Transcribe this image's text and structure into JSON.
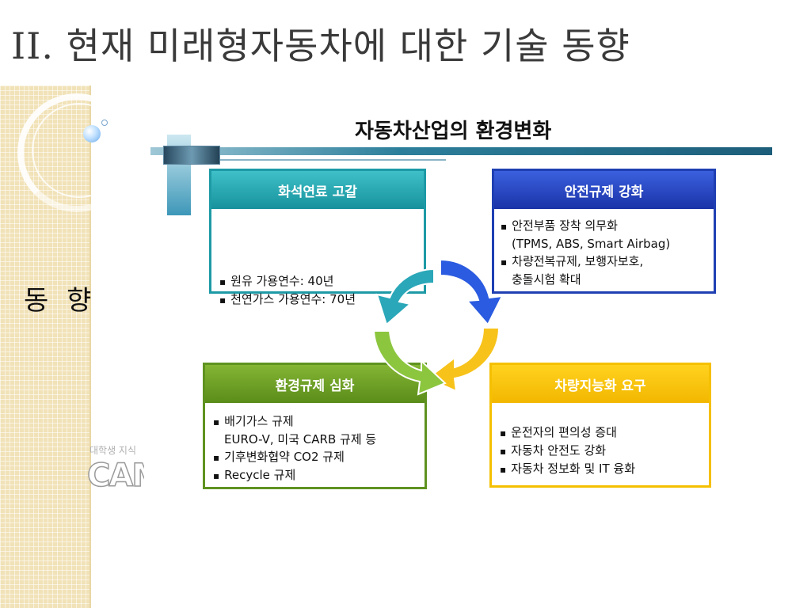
{
  "slide": {
    "title": "II. 현재 미래형자동차에 대한 기술 동향",
    "side_label": "동 향",
    "watermark_small": "대학생 지식",
    "watermark_big": "CAMPUS"
  },
  "diagram": {
    "title": "자동차산업의 환경변화",
    "boxes": {
      "fossil": {
        "header": "화석연료 고갈",
        "color": "#1d9aa6",
        "lines": [
          "원유 가용연수: 40년",
          "천연가스 가용연수: 70년"
        ]
      },
      "safety": {
        "header": "안전규제 강화",
        "color": "#1f3fb3",
        "lines": [
          "안전부품 장착 의무화",
          "(TPMS, ABS, Smart Airbag)",
          "차량전복규제, 보행자보호,",
          "충돌시험 확대"
        ]
      },
      "environment": {
        "header": "환경규제 심화",
        "color": "#5f9220",
        "lines": [
          "배기가스 규제",
          "EURO-V, 미국 CARB 규제 등",
          "기후변화협약 CO2 규제",
          "Recycle 규제"
        ]
      },
      "intelligence": {
        "header": "차량지능화 요구",
        "color": "#f5c000",
        "lines": [
          "운전자의 편의성 증대",
          "자동차 안전도 강화",
          "자동차 정보화 및 IT 융화"
        ]
      }
    },
    "cycle_colors": {
      "teal": "#2aa7b8",
      "blue": "#2a5be0",
      "yellow": "#f7c21a",
      "green": "#8cc63f"
    }
  }
}
